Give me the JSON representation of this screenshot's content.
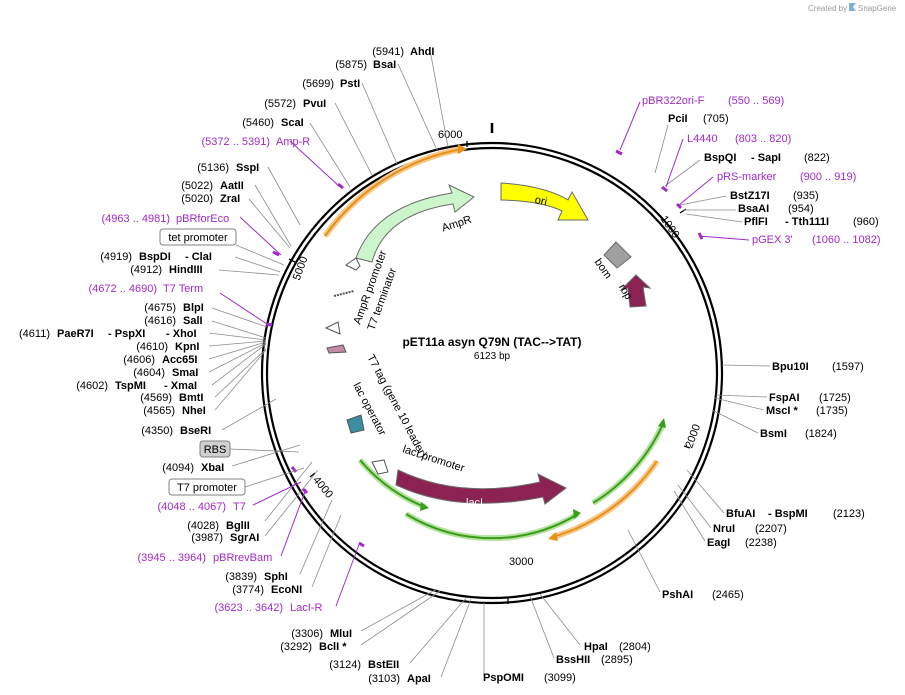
{
  "credit": {
    "text": "Created by",
    "brand": "SnapGene"
  },
  "plasmid": {
    "name": "pET11a asyn Q79N (TAC-->TAT)",
    "length": "6123 bp"
  },
  "ticks": [
    "1000",
    "2000",
    "3000",
    "4000",
    "5000",
    "6000"
  ],
  "sites_right": [
    {
      "name": "PciI",
      "pos": "(705)"
    },
    {
      "name": "BspQI",
      "pos": "(822)",
      "extra": "SapI"
    },
    {
      "name": "BstZ17I",
      "pos": "(935)"
    },
    {
      "name": "BsaAI",
      "pos": "(954)"
    },
    {
      "name": "PflFI",
      "pos": "(960)",
      "extra": "Tth111I"
    },
    {
      "name": "Bpu10I",
      "pos": "(1597)"
    },
    {
      "name": "FspAI",
      "pos": "(1725)"
    },
    {
      "name": "MscI *",
      "pos": "(1735)"
    },
    {
      "name": "BsmI",
      "pos": "(1824)"
    },
    {
      "name": "BfuAI",
      "pos": "(2123)",
      "extra": "BspMI"
    },
    {
      "name": "NruI",
      "pos": "(2207)"
    },
    {
      "name": "EagI",
      "pos": "(2238)"
    },
    {
      "name": "PshAI",
      "pos": "(2465)"
    },
    {
      "name": "HpaI",
      "pos": "(2804)"
    },
    {
      "name": "BssHII",
      "pos": "(2895)"
    },
    {
      "name": "PspOMI",
      "pos": "(3099)"
    }
  ],
  "sites_left": [
    {
      "name": "AhdI",
      "pos": "(5941)"
    },
    {
      "name": "BsaI",
      "pos": "(5875)"
    },
    {
      "name": "PstI",
      "pos": "(5699)"
    },
    {
      "name": "PvuI",
      "pos": "(5572)"
    },
    {
      "name": "ScaI",
      "pos": "(5460)"
    },
    {
      "name": "SspI",
      "pos": "(5136)"
    },
    {
      "name": "AatII",
      "pos": "(5022)"
    },
    {
      "name": "ZraI",
      "pos": "(5020)"
    },
    {
      "name": "BspDI",
      "pos": "(4919)",
      "extra": "ClaI"
    },
    {
      "name": "HindIII",
      "pos": "(4912)"
    },
    {
      "name": "BlpI",
      "pos": "(4675)"
    },
    {
      "name": "SalI",
      "pos": "(4616)"
    },
    {
      "name": "PaeR7I",
      "pos": "(4611)",
      "extra": "PspXI",
      "extra2": "XhoI"
    },
    {
      "name": "KpnI",
      "pos": "(4610)"
    },
    {
      "name": "Acc65I",
      "pos": "(4606)"
    },
    {
      "name": "SmaI",
      "pos": "(4604)"
    },
    {
      "name": "TspMI",
      "pos": "(4602)",
      "extra": "XmaI"
    },
    {
      "name": "BmtI",
      "pos": "(4569)"
    },
    {
      "name": "NheI",
      "pos": "(4565)"
    },
    {
      "name": "BseRI",
      "pos": "(4350)"
    },
    {
      "name": "XbaI",
      "pos": "(4094)"
    },
    {
      "name": "BglII",
      "pos": "(4028)"
    },
    {
      "name": "SgrAI",
      "pos": "(3987)"
    },
    {
      "name": "SphI",
      "pos": "(3839)"
    },
    {
      "name": "EcoNI",
      "pos": "(3774)"
    },
    {
      "name": "MluI",
      "pos": "(3306)"
    },
    {
      "name": "BclI *",
      "pos": "(3292)"
    },
    {
      "name": "BstEII",
      "pos": "(3124)"
    },
    {
      "name": "ApaI",
      "pos": "(3103)"
    }
  ],
  "primers": [
    {
      "name": "pBR322ori-F",
      "range": "(550 .. 569)"
    },
    {
      "name": "L4440",
      "range": "(803 .. 820)"
    },
    {
      "name": "pRS-marker",
      "range": "(900 .. 919)"
    },
    {
      "name": "pGEX 3'",
      "range": "(1060 .. 1082)"
    },
    {
      "name": "Amp-R",
      "range": "(5372 .. 5391)"
    },
    {
      "name": "pBRforEco",
      "range": "(4963 .. 4981)"
    },
    {
      "name": "T7 Term",
      "range": "(4672 .. 4690)"
    },
    {
      "name": "T7",
      "range": "(4048 .. 4067)"
    },
    {
      "name": "pBRrevBam",
      "range": "(3945 .. 3964)"
    },
    {
      "name": "LacI-R",
      "range": "(3623 .. 3642)"
    }
  ],
  "boxed_features": [
    "tet promoter",
    "RBS",
    "T7 promoter"
  ],
  "feature_labels": [
    "ori",
    "AmpR",
    "bom",
    "rop",
    "lacI",
    "AmpR promoter",
    "T7 terminator",
    "T7 tag (gene 10 leader)",
    "lac operator",
    "lacI promoter"
  ],
  "colors": {
    "ori": "#ffff00",
    "ampr": "#ccf5cc",
    "laci": "#8b2252",
    "rop": "#8b2252",
    "bom": "#a0a0a0",
    "primer": "#a02ac8",
    "orf_green": "#3a9d1a",
    "orf_orange": "#f29a1c"
  }
}
